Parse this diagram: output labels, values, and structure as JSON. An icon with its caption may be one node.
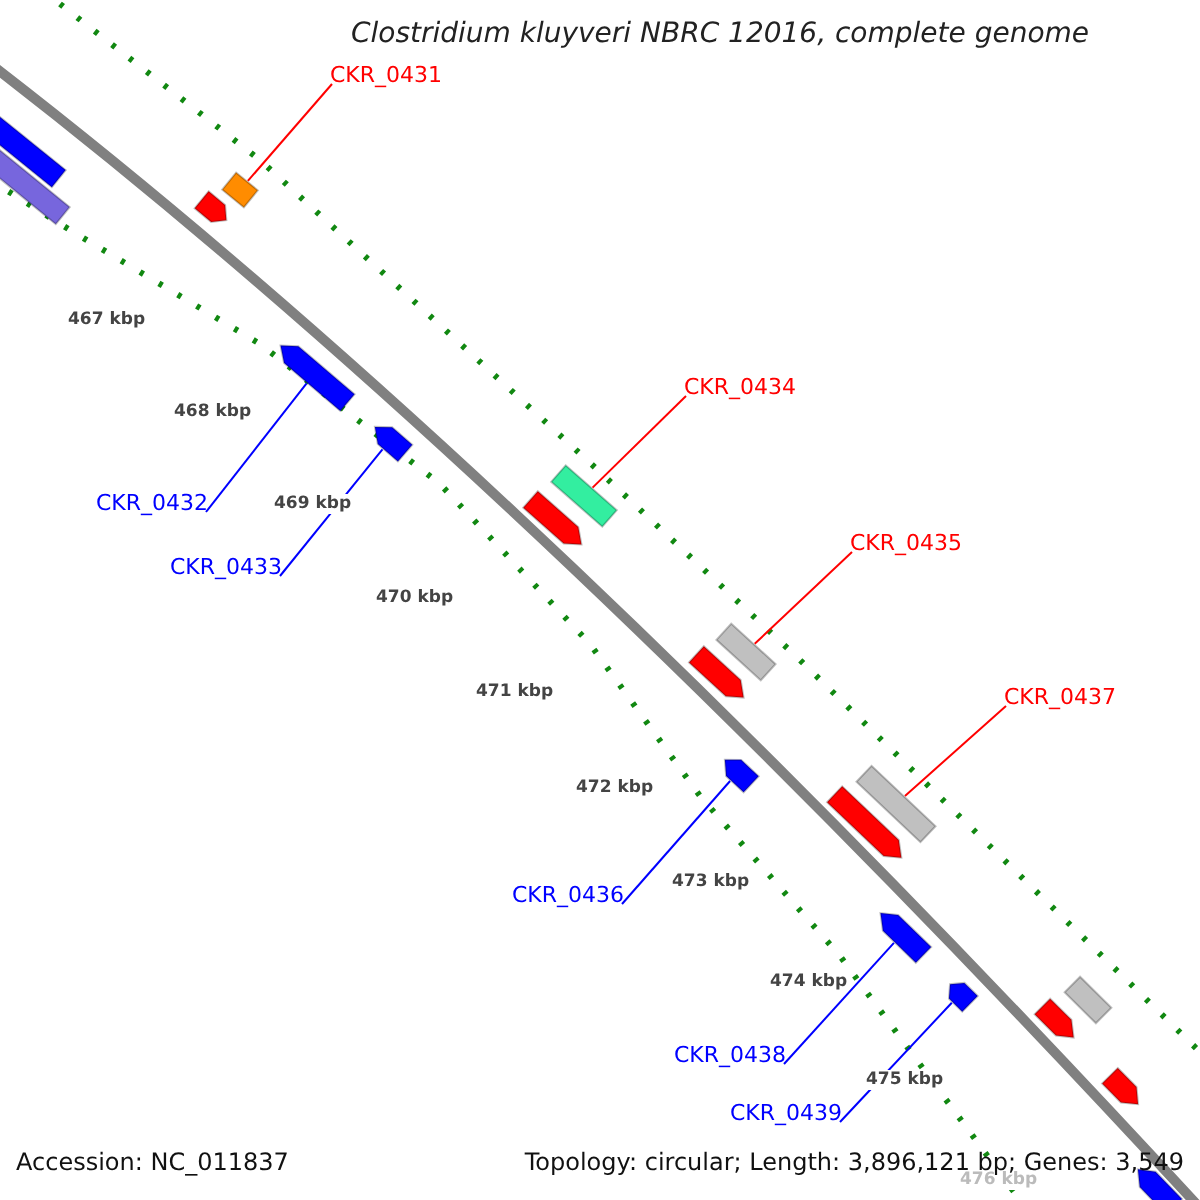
{
  "diagram": {
    "title": "Clostridium kluyveri NBRC 12016, complete genome",
    "nodes": [
      {
        "text": [
          "CKR_0431"
        ]
      },
      {
        "text": [],
        "shape": "bar"
      },
      {
        "text": [
          "CKR_0432"
        ]
      },
      {
        "text": [],
        "shape": "bar"
      },
      {
        "text": [
          "CKR_0433"
        ]
      },
      {
        "text": [],
        "shape": "bar"
      },
      {
        "text": [
          "CKR_0434"
        ]
      },
      {
        "text": [],
        "shape": "bar"
      },
      {
        "text": [
          "CKR_0435"
        ]
      },
      {
        "text": [],
        "shape": "bar"
      },
      {
        "text": [
          "CKR_0436"
        ]
      },
      {
        "text": [],
        "shape": "bar"
      },
      {
        "text": [
          "CKR_0437"
        ]
      },
      {
        "text": [],
        "shape": "bar"
      },
      {
        "text": [
          "CKR_0438"
        ]
      },
      {
        "text": [],
        "shape": "bar"
      },
      {
        "text": [
          "CKR_0439"
        ]
      },
      {
        "text": [],
        "shape": "bar"
      },
      {
        "text": [],
        "shape": "bar"
      },
      {
        "text": [],
        "shape": "bar"
      },
      {
        "text": [],
        "shape": "bar"
      },
      {
        "text": [],
        "shape": "bar"
      },
      {
        "text": [],
        "shape": "bar"
      },
      {
        "text": [],
        "shape": "bar"
      },
      {
        "text": [],
        "shape": "bar"
      },
      {
        "text": [],
        "shape": "bar"
      },
      {
        "text": [],
        "shape": "bar"
      },
      {
        "text": [],
        "shape": "bar"
      }
    ],
    "edges": [
      {
        "from": 0,
        "to": 1,
        "arrow": "none",
        "color": "#ff0000"
      },
      {
        "from": 2,
        "to": 3,
        "arrow": "none"
      },
      {
        "from": 4,
        "to": 5,
        "arrow": "none"
      },
      {
        "from": 6,
        "to": 7,
        "arrow": "none",
        "color": "#ff0000"
      },
      {
        "from": 8,
        "to": 9,
        "arrow": "none",
        "color": "#ff0000"
      },
      {
        "from": 10,
        "to": 11,
        "arrow": "none"
      },
      {
        "from": 12,
        "to": 13,
        "arrow": "none",
        "color": "#ff0000"
      },
      {
        "from": 14,
        "to": 15,
        "arrow": "none"
      },
      {
        "from": 16,
        "to": 17,
        "arrow": "none"
      }
    ],
    "labels": [
      "467 kbp",
      "468 kbp",
      "469 kbp",
      "470 kbp",
      "471 kbp",
      "472 kbp",
      "473 kbp",
      "474 kbp",
      "475 kbp",
      "476 kbp",
      "Accession: NC_011837",
      "Topology: circular; Length: 3,896,121 bp; Genes: 3,549"
    ]
  }
}
